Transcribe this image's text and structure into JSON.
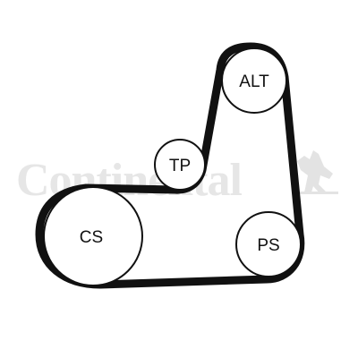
{
  "watermark": {
    "text": "Continental",
    "color": "#e6e6e6",
    "logo_icon": "rearing-horse-icon"
  },
  "belt": {
    "color": "#111111"
  },
  "pulleys": {
    "alt": {
      "label": "ALT"
    },
    "tp": {
      "label": "TP"
    },
    "cs": {
      "label": "CS"
    },
    "ps": {
      "label": "PS"
    }
  }
}
